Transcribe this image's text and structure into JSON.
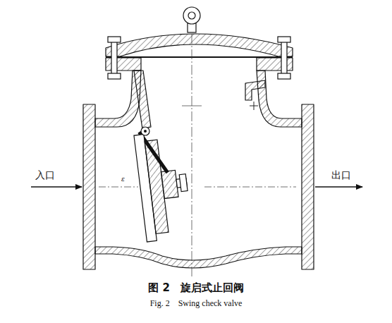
{
  "diagram": {
    "caption": "图 2　旋启式止回阀",
    "labels": [
      "入口",
      "出口",
      "ε",
      "Fig. 2　Swing check valve"
    ]
  }
}
